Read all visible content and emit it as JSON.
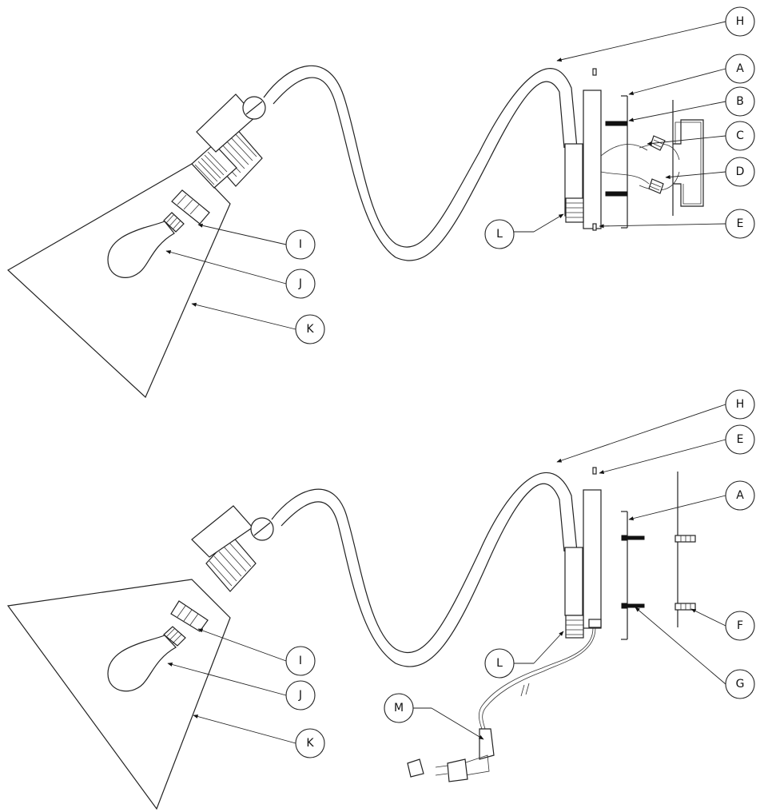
{
  "upper_view": {
    "callouts": [
      "H",
      "A",
      "B",
      "C",
      "D",
      "E",
      "I",
      "J",
      "K",
      "L"
    ]
  },
  "lower_view": {
    "callouts": [
      "H",
      "E",
      "A",
      "F",
      "G",
      "I",
      "J",
      "K",
      "L",
      "M"
    ]
  },
  "colors": {
    "line": "#222222",
    "background": "#ffffff"
  }
}
